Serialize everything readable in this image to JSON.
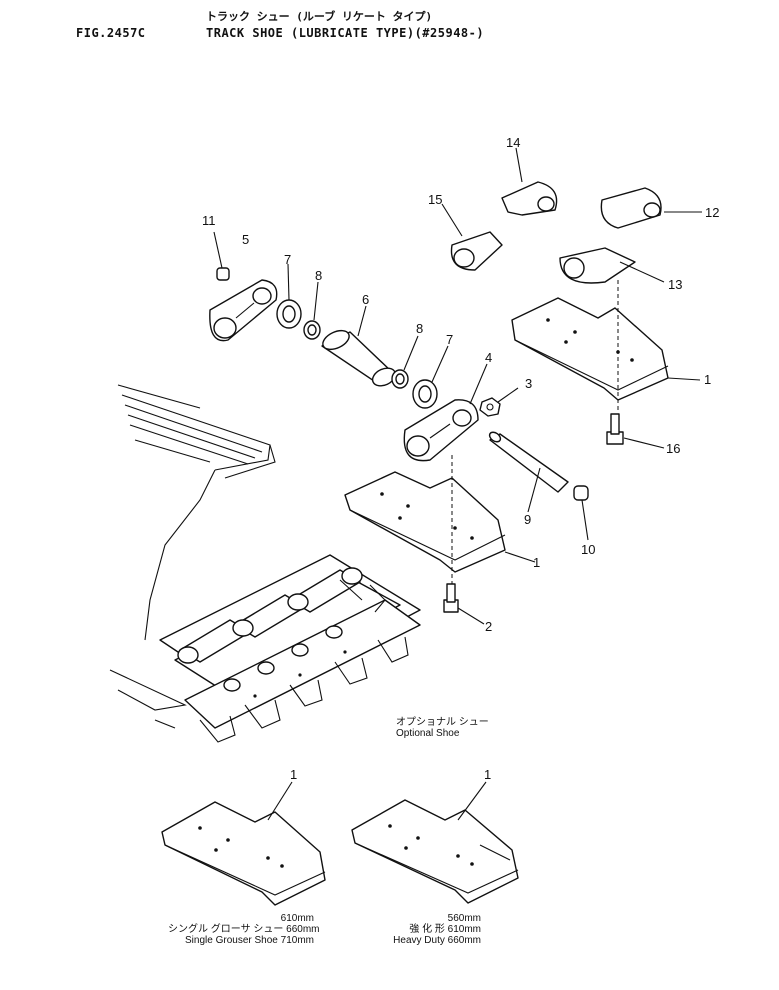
{
  "header": {
    "fig_id": "FIG.2457C",
    "title_jp": "トラック シュー (ルーブ リケート タイプ)",
    "title_en": "TRACK SHOE (LUBRICATE TYPE)(#25948-)"
  },
  "callouts": [
    {
      "no": "1"
    },
    {
      "no": "1"
    },
    {
      "no": "2"
    },
    {
      "no": "3"
    },
    {
      "no": "4"
    },
    {
      "no": "5"
    },
    {
      "no": "6"
    },
    {
      "no": "7"
    },
    {
      "no": "7"
    },
    {
      "no": "8"
    },
    {
      "no": "8"
    },
    {
      "no": "9"
    },
    {
      "no": "10"
    },
    {
      "no": "11"
    },
    {
      "no": "12"
    },
    {
      "no": "13"
    },
    {
      "no": "14"
    },
    {
      "no": "15"
    },
    {
      "no": "16"
    },
    {
      "no": "1"
    },
    {
      "no": "1"
    }
  ],
  "optional": {
    "title_jp": "オプショナル シュー",
    "title_en": "Optional Shoe"
  },
  "single_grouser": {
    "name_jp": "シングル グローサ シュー",
    "name_en": "Single Grouser Shoe",
    "widths": [
      "610mm",
      "660mm",
      "710mm"
    ]
  },
  "heavy_duty": {
    "name_jp": "強 化 形",
    "name_en": "Heavy Duty",
    "widths": [
      "560mm",
      "610mm",
      "660mm"
    ]
  }
}
